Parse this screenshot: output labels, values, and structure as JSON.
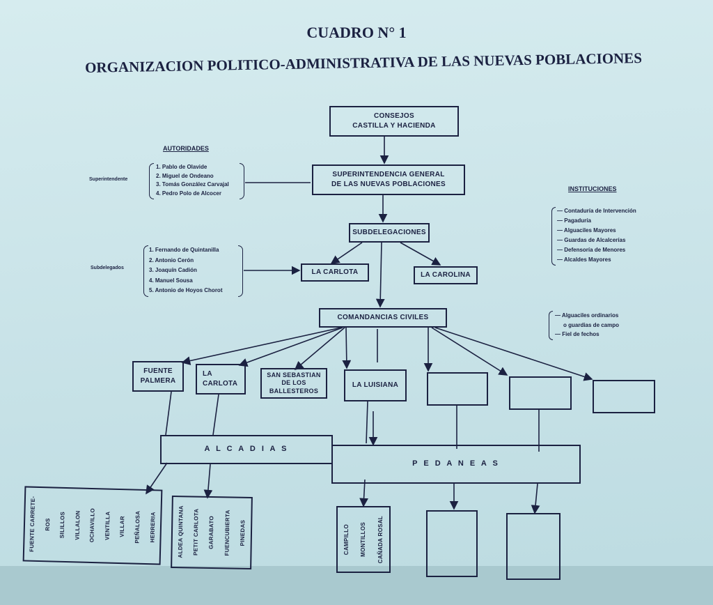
{
  "header": {
    "cuadro": "CUADRO N° 1",
    "title": "ORGANIZACION POLITICO-ADMINISTRATIVA DE LAS NUEVAS POBLACIONES"
  },
  "nodes": {
    "consejos": [
      "CONSEJOS",
      "CASTILLA Y HACIENDA"
    ],
    "superintendencia": [
      "SUPERINTENDENCIA GENERAL",
      "DE LAS NUEVAS POBLACIONES"
    ],
    "subdelegaciones": "SUBDELEGACIONES",
    "la_carlota": "LA CARLOTA",
    "la_carolina": "LA CAROLINA",
    "comandancias": "COMANDANCIAS CIVILES",
    "fuente_palmera": [
      "FUENTE",
      "PALMERA"
    ],
    "carlota": [
      "LA",
      "CARLOTA"
    ],
    "san_sebastian": [
      "SAN SEBASTIAN",
      "DE LOS",
      "BALLESTEROS"
    ],
    "la_luisiana": "LA LUISIANA",
    "alcadias": "A L C A D I A S",
    "pedaneas": "P E D A N E A S"
  },
  "autoridades": {
    "heading": "AUTORIDADES",
    "superintendente_label": "Superintendente",
    "superintendentes": [
      "1. Pablo de Olavide",
      "2. Miguel de Ondeano",
      "3. Tomás González Carvajal",
      "4. Pedro Polo de Alcocer"
    ],
    "subdelegados_label": "Subdelegados",
    "subdelegados": [
      "1. Fernando de Quintanilla",
      "2. Antonio Cerón",
      "3. Joaquín Cadión",
      "4. Manuel Sousa",
      "5. Antonio de Hoyos Chorot"
    ]
  },
  "instituciones": {
    "heading": "INSTITUCIONES",
    "items": [
      "— Contaduría de Intervención",
      "— Pagaduría",
      "— Alguaciles Mayores",
      "— Guardas de Alcalcerías",
      "— Defensoría de Menores",
      "— Alcaldes Mayores"
    ],
    "comandancia_items": [
      "— Alguaciles ordinarios",
      "o guardias de campo",
      "— Fiel de fechos"
    ]
  },
  "aldeas": {
    "fuente_palmera": [
      "FUENTE CARRETE-",
      "ROS",
      "SILILLOS",
      "VILLALON",
      "OCHAVILLO",
      "VENTILLA",
      "VILLAR",
      "PEÑALOSA",
      "HERRERIA"
    ],
    "la_carlota": [
      "ALDEA QUINTANA",
      "PETIT CARLOTA",
      "GARABATO",
      "FUENCUBIERTA",
      "PINEDAS"
    ],
    "la_luisiana": [
      "CAMPILLO",
      "MONTILLOS",
      "CAÑADA ROSAL"
    ]
  }
}
